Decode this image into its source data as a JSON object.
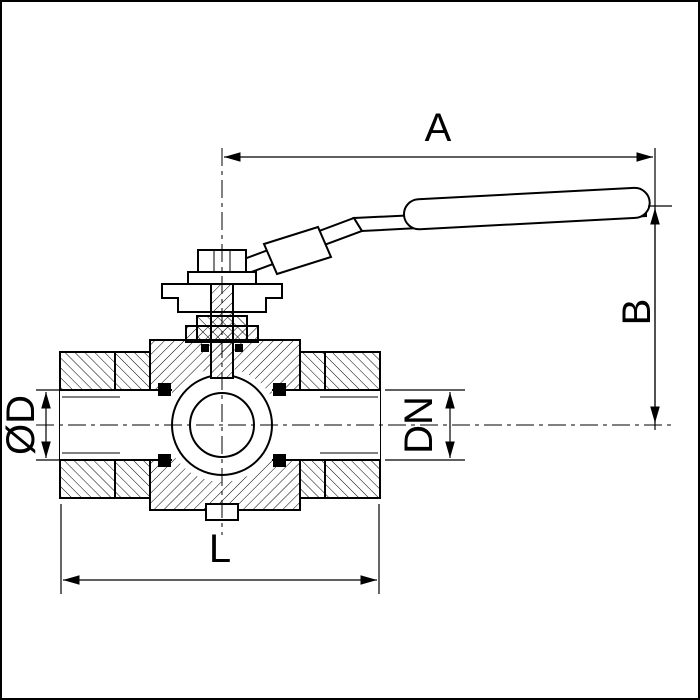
{
  "drawing": {
    "colors": {
      "line": "#000000",
      "background": "#ffffff"
    },
    "dimensions": {
      "a": {
        "label": "A"
      },
      "b": {
        "label": "B"
      },
      "d": {
        "label": "ØD"
      },
      "dn": {
        "label": "DN"
      },
      "l": {
        "label": "L"
      }
    }
  }
}
